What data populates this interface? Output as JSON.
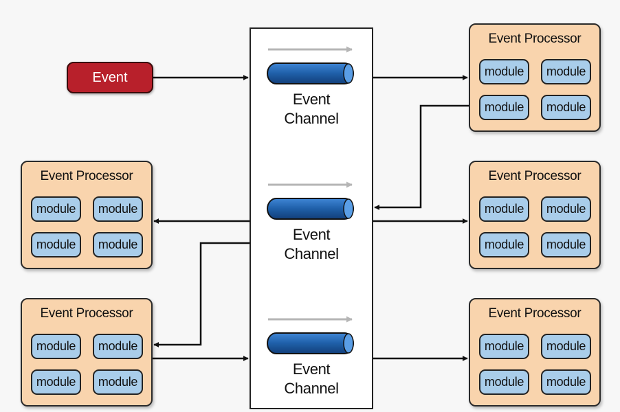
{
  "event": {
    "label": "Event"
  },
  "channels": [
    {
      "line1": "Event",
      "line2": "Channel"
    },
    {
      "line1": "Event",
      "line2": "Channel"
    },
    {
      "line1": "Event",
      "line2": "Channel"
    }
  ],
  "processors": [
    {
      "title": "Event Processor",
      "modules": [
        "module",
        "module",
        "module",
        "module"
      ]
    },
    {
      "title": "Event Processor",
      "modules": [
        "module",
        "module",
        "module",
        "module"
      ]
    },
    {
      "title": "Event Processor",
      "modules": [
        "module",
        "module",
        "module",
        "module"
      ]
    },
    {
      "title": "Event Processor",
      "modules": [
        "module",
        "module",
        "module",
        "module"
      ]
    },
    {
      "title": "Event Processor",
      "modules": [
        "module",
        "module",
        "module",
        "module"
      ]
    }
  ],
  "colors": {
    "event": "#b8202b",
    "processor": "#f9d4ad",
    "module": "#a9cdea",
    "channel_pipe": "#1f5fa8",
    "flow_arrow": "#b5b5b5"
  }
}
